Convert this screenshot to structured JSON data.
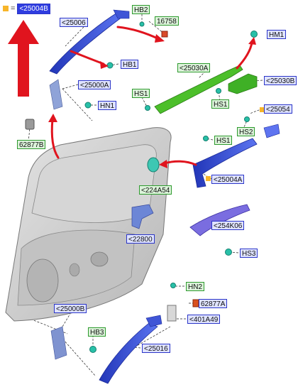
{
  "legend": {
    "equals": "=",
    "ref": "<25004B"
  },
  "labels": {
    "hb2": "HB2",
    "p16758": "16758",
    "p25006": "<25006",
    "hm1": "HM1",
    "hb1": "HB1",
    "p25030a": "<25030A",
    "p25000a": "<25000A",
    "p25030b": "<25030B",
    "hn1": "HN1",
    "hs1a": "HS1",
    "hs1b": "HS1",
    "p25054": "<25054",
    "hs2": "HS2",
    "p62877b": "62877B",
    "hs1c": "HS1",
    "p25004a": "<25004A",
    "p224a54": "<224A54",
    "p254k06": "<254K06",
    "p22800": "<22800",
    "hs3": "HS3",
    "hn2": "HN2",
    "p62877a": "62877A",
    "p25000b": "<25000B",
    "p401a49": "<401A49",
    "hb3": "HB3",
    "p25016": "<25016"
  },
  "colors": {
    "label_blue_border": "#2b35c8",
    "label_green_border": "#2e9a2e",
    "arrow_red": "#e0141e",
    "rail_blue": "#3f55d6",
    "bracket_green": "#4cbf2a",
    "door_grey": "#c9c9c9",
    "marker_orange": "#f7b52a"
  }
}
